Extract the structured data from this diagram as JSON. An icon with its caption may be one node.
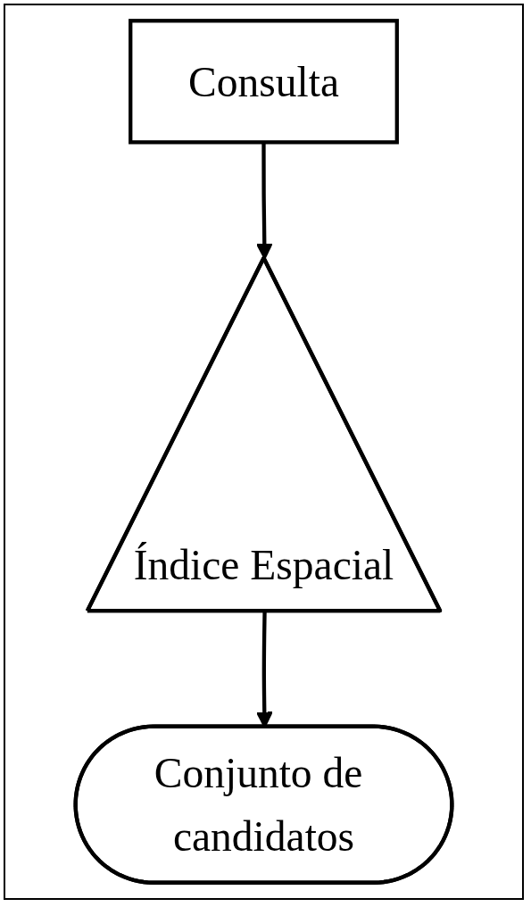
{
  "diagram": {
    "nodes": [
      {
        "text": [
          "Consulta"
        ]
      },
      {
        "text": [
          "Índice Espacial"
        ]
      },
      {
        "text": [
          "Conjunto de candidatos"
        ]
      }
    ],
    "edges": [
      {
        "from": 0,
        "to": 1,
        "arrow": "to"
      },
      {
        "from": 1,
        "to": 2,
        "arrow": "to"
      }
    ]
  }
}
